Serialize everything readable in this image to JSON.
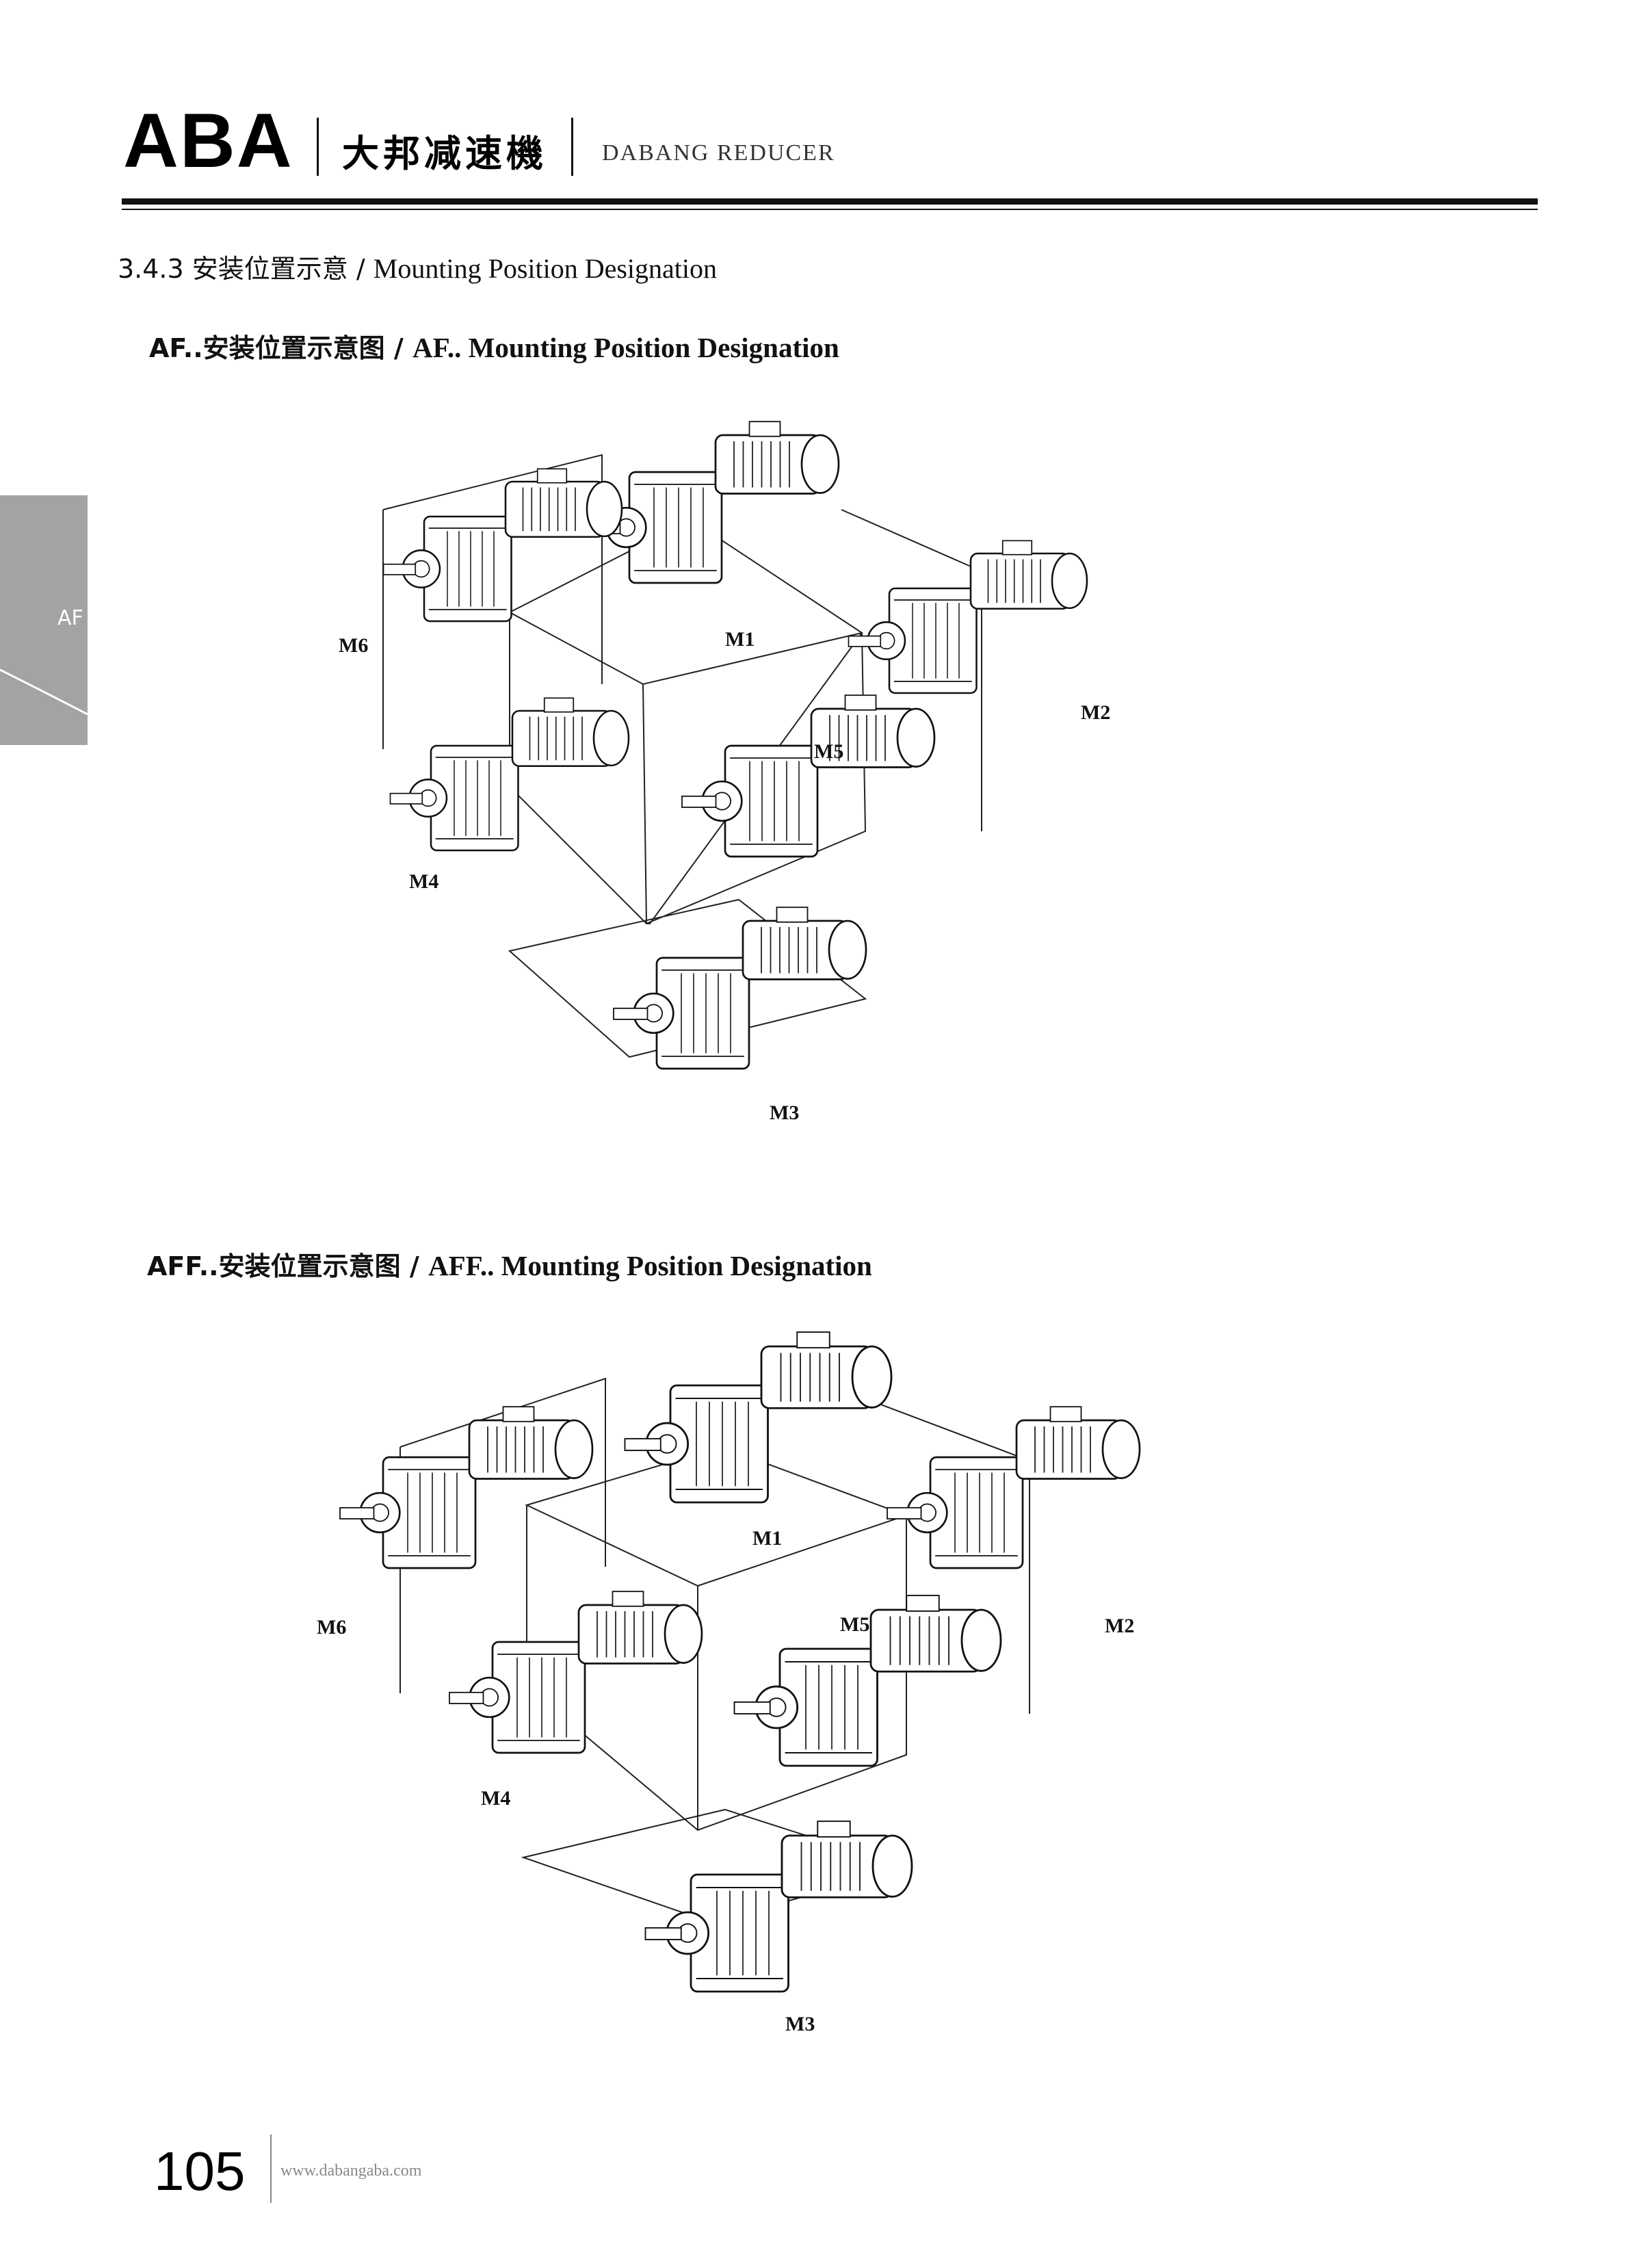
{
  "header": {
    "logo": "ABA",
    "brand_cn": "大邦减速機",
    "brand_en": "DABANG REDUCER"
  },
  "section": {
    "number": "3.4.3",
    "title_cn": "安装位置示意 /",
    "title_en": "Mounting Position Designation"
  },
  "side_tab": {
    "label": "AF"
  },
  "diagrams": [
    {
      "title_cn": "AF..安装位置示意图 /",
      "title_en": "AF.. Mounting Position Designation",
      "labels": [
        "M1",
        "M2",
        "M3",
        "M4",
        "M5",
        "M6"
      ]
    },
    {
      "title_cn": "AFF..安装位置示意图 /",
      "title_en": "AFF.. Mounting Position Designation",
      "labels": [
        "M1",
        "M2",
        "M3",
        "M4",
        "M5",
        "M6"
      ]
    }
  ],
  "footer": {
    "page_number": "105",
    "url": "www.dabangaba.com"
  }
}
